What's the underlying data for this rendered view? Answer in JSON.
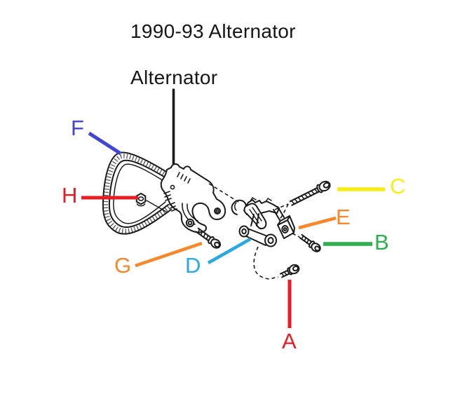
{
  "title": {
    "text": "1990-93 Alternator",
    "color": "#161616"
  },
  "diagram": {
    "part_label": {
      "text": "Alternator",
      "color": "#161616"
    },
    "ink": "#1a1a1a",
    "labels": {
      "f": {
        "text": "F",
        "color": "#4145d3"
      },
      "h": {
        "text": "H",
        "color": "#e91c23"
      },
      "g": {
        "text": "G",
        "color": "#f6872b"
      },
      "d": {
        "text": "D",
        "color": "#29a8e2"
      },
      "a": {
        "text": "A",
        "color": "#e91c23"
      },
      "e": {
        "text": "E",
        "color": "#f6872b"
      },
      "c": {
        "text": "C",
        "color": "#f7ed13"
      },
      "b": {
        "text": "B",
        "color": "#2ab04c"
      }
    }
  }
}
